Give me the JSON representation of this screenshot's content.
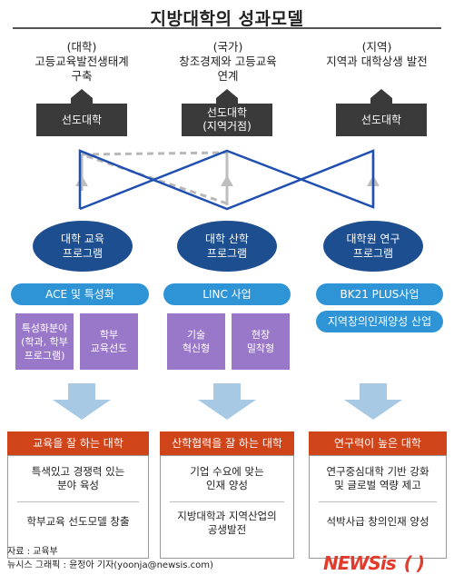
{
  "title": "지방대학의 성과모델",
  "columns": [
    {
      "tag": "(대학)",
      "goal_lines": [
        "고등교육발전생태계",
        "구축"
      ],
      "school_lines": [
        "선도대학"
      ],
      "program_lines": [
        "대학 교육",
        "프로그램"
      ],
      "projects": [
        "ACE 및 특성화"
      ],
      "sub_boxes": [
        {
          "lines": [
            "특성화분야",
            "(학과, 학부",
            "프로그램)"
          ]
        },
        {
          "lines": [
            "학부",
            "교육선도"
          ]
        }
      ],
      "result_title": "교육을 잘 하는 대학",
      "results": [
        [
          "특색있고 경쟁력 있는",
          "분야 육성"
        ],
        [
          "학부교육 선도모델 창출"
        ]
      ]
    },
    {
      "tag": "(국가)",
      "goal_lines": [
        "창조경제와 고등교육",
        "연계"
      ],
      "school_lines": [
        "선도대학",
        "(지역거점)"
      ],
      "program_lines": [
        "대학 산학",
        "프로그램"
      ],
      "projects": [
        "LINC 사업"
      ],
      "sub_boxes": [
        {
          "lines": [
            "기술",
            "혁신형"
          ]
        },
        {
          "lines": [
            "현장",
            "밀착형"
          ]
        }
      ],
      "result_title": "산학협력을 잘 하는 대학",
      "results": [
        [
          "기업 수요에 맞는",
          "인재 양성"
        ],
        [
          "지방대학과 지역산업의",
          "공생발전"
        ]
      ]
    },
    {
      "tag": "(지역)",
      "goal_lines": [
        "지역과 대학상생 발전"
      ],
      "school_lines": [
        "선도대학"
      ],
      "program_lines": [
        "대학원 연구",
        "프로그램"
      ],
      "projects": [
        "BK21 PLUS사업",
        "지역창의인재양성 산업"
      ],
      "sub_boxes": [],
      "result_title": "연구력이 높은 대학",
      "results": [
        [
          "연구중심대학 기반 강화",
          "및 글로벌 역량 제고"
        ],
        [
          "석박사급 창의인재 양성"
        ]
      ]
    }
  ],
  "footer": {
    "source": "자료 : 교육부",
    "credit": "뉴시스 그래픽 : 윤정아 기자(yoonja@newsis.com)",
    "logo": "NEWSis",
    "logo_paren": "( )"
  },
  "colors": {
    "navy": "#1d4e8f",
    "blue_line": "#1f4fb0",
    "pill": "#2f94d6",
    "purple": "#9a78c9",
    "result_head": "#d0441a",
    "arrow": "#a8c9e3",
    "dark_box": "#3a3a3a"
  }
}
